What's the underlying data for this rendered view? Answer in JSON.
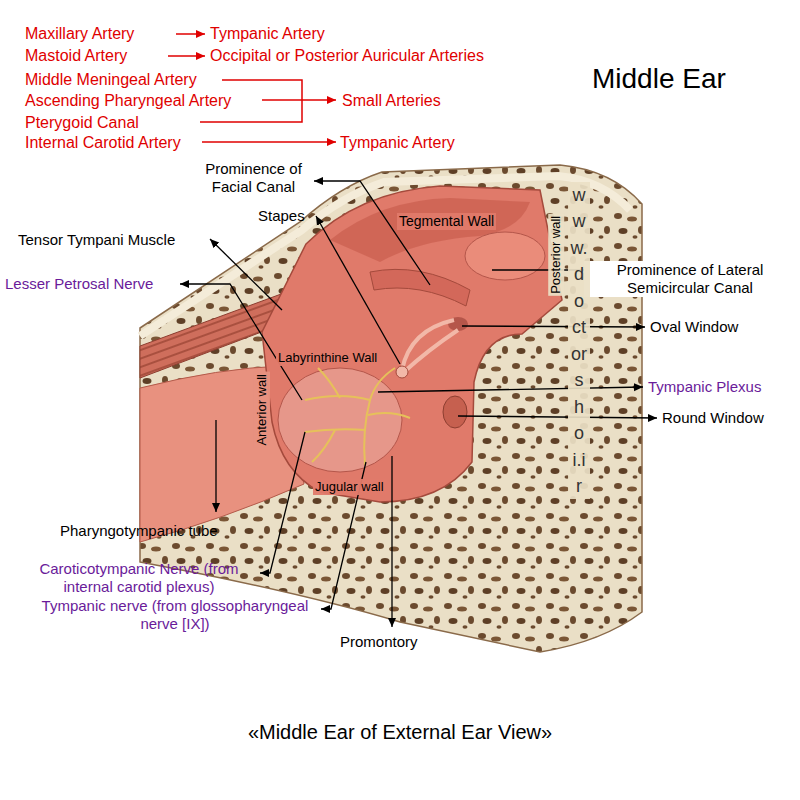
{
  "diagram": {
    "title": "Middle Ear",
    "caption": "«Middle Ear of External Ear View»",
    "labels": [
      "Maxillary Artery",
      "Tympanic Artery",
      "Mastoid Artery",
      "Occipital or Posterior Auricular Arteries",
      "Middle Meningeal Artery",
      "Ascending Pharyngeal Artery",
      "Small Arteries",
      "Pterygoid Canal",
      "Internal Carotid Artery",
      "Tympanic Artery",
      "Prominence of Facial Canal",
      "Stapes",
      "Tegmental Wall",
      "Posterior wall",
      "Prominence of Lateral Semicircular Canal",
      "Tensor Tympani Muscle",
      "Lesser Petrosal Nerve",
      "Oval Window",
      "Labyrinthine Wall",
      "Tympanic Plexus",
      "Round Window",
      "Anterior wall",
      "Jugular wall",
      "Pharyngotympanic tube",
      "Caroticotympanic Nerve (from internal carotid plexus)",
      "Tympanic nerve (from glossopharyngeal nerve [IX])",
      "Promontory",
      "www.doctorshoi.ir"
    ]
  }
}
